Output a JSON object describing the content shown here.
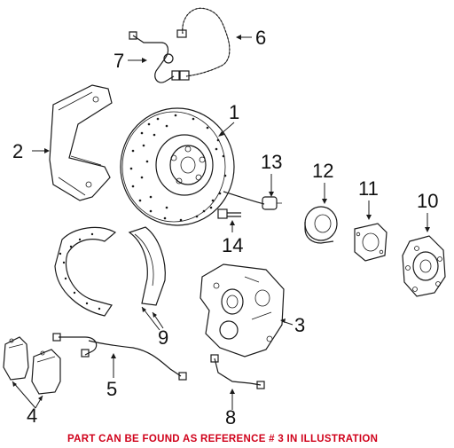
{
  "callouts": [
    {
      "id": "1",
      "label": "1"
    },
    {
      "id": "2",
      "label": "2"
    },
    {
      "id": "3",
      "label": "3"
    },
    {
      "id": "4",
      "label": "4"
    },
    {
      "id": "5",
      "label": "5"
    },
    {
      "id": "6",
      "label": "6"
    },
    {
      "id": "7",
      "label": "7"
    },
    {
      "id": "8",
      "label": "8"
    },
    {
      "id": "9",
      "label": "9"
    },
    {
      "id": "10",
      "label": "10"
    },
    {
      "id": "11",
      "label": "11"
    },
    {
      "id": "12",
      "label": "12"
    },
    {
      "id": "13",
      "label": "13"
    },
    {
      "id": "14",
      "label": "14"
    }
  ],
  "note": "PART CAN BE FOUND AS REFERENCE # 3 IN ILLUSTRATION",
  "colors": {
    "note": "#d0021b",
    "line": "#1a1a1a"
  }
}
